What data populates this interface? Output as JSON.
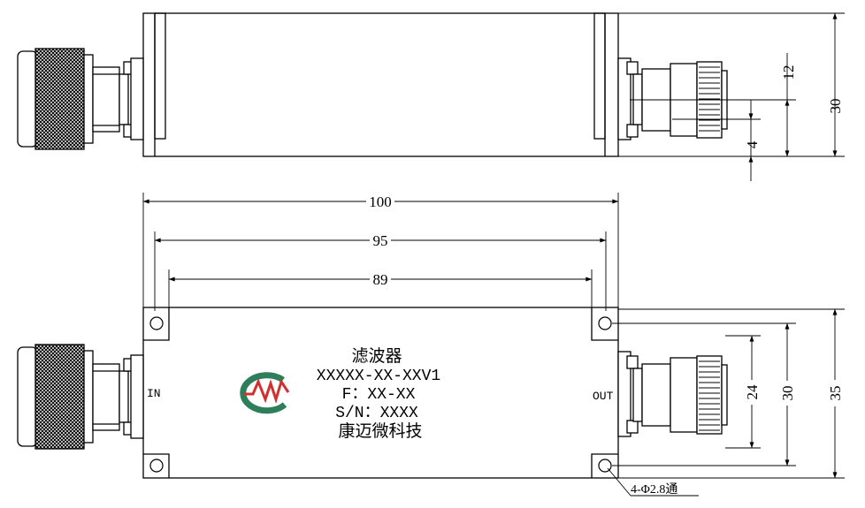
{
  "dimensions": {
    "length_overall": "100",
    "hole_spacing_x": "95",
    "inner_span_x": "89",
    "side_height": "30",
    "connector_offset": "12",
    "connector_gap": "4",
    "width_overall": "35",
    "hole_spacing_y": "30",
    "connector_span": "24"
  },
  "hole_callout": "4-Φ2.8通",
  "ports": {
    "in": "IN",
    "out": "OUT"
  },
  "label": {
    "name": "滤波器",
    "model": "XXXXX-XX-XXV1",
    "frequency": "F：XX-XX",
    "serial": "S/N：XXXX",
    "company": "康迈微科技"
  },
  "logo": {
    "text": "MW",
    "ring_color": "#2e7d5b",
    "mark_color": "#d32f2f"
  }
}
